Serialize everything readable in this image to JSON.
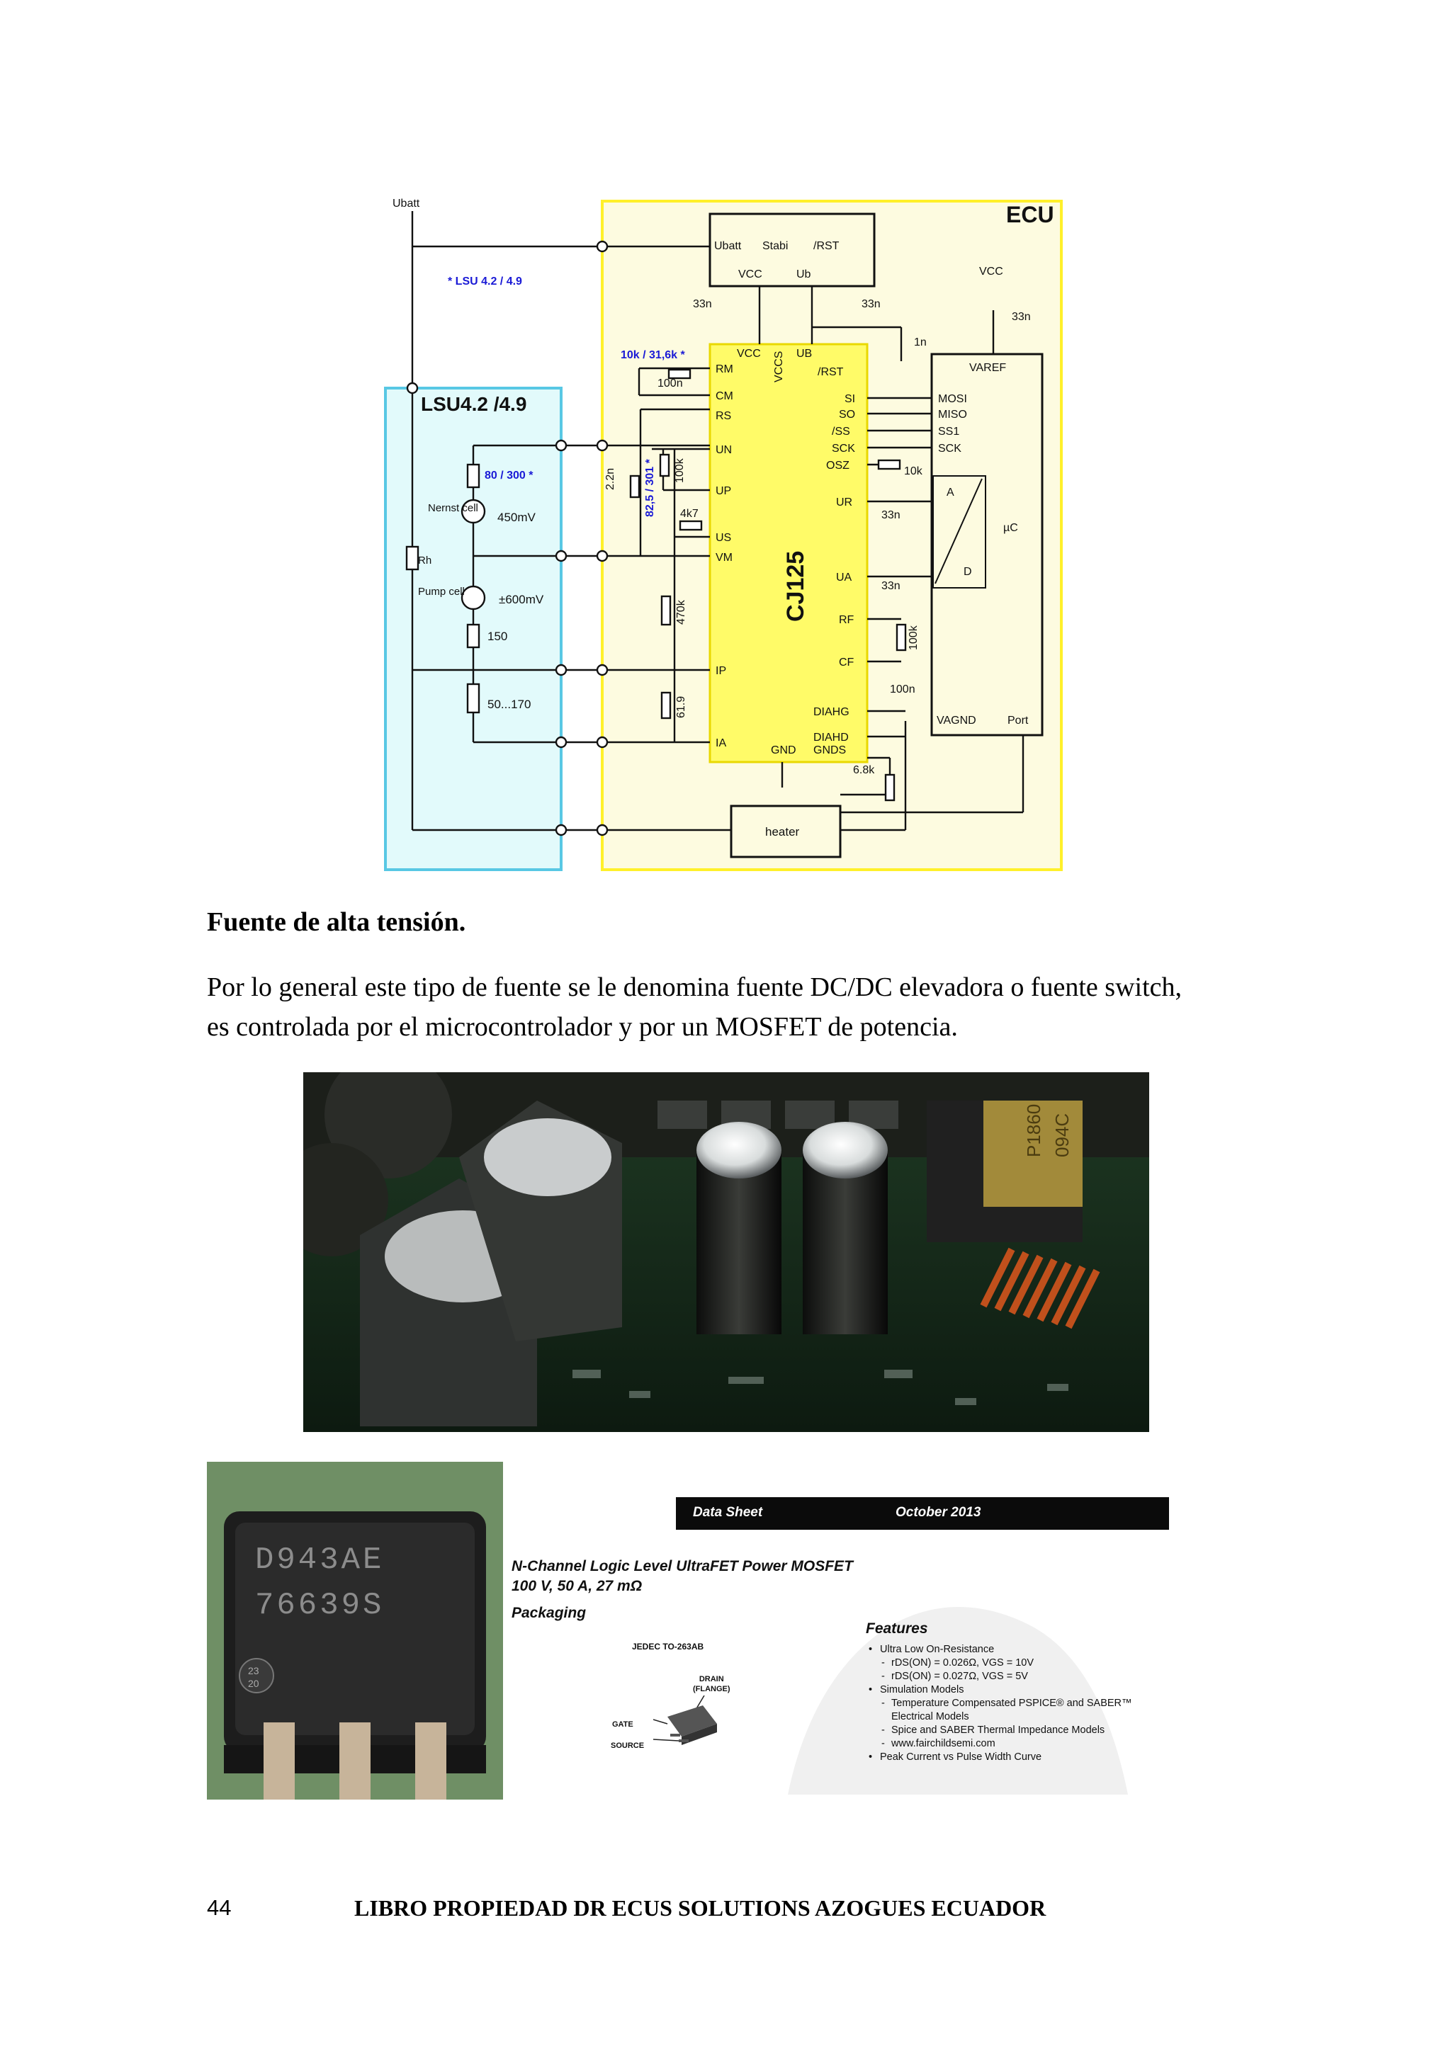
{
  "diagram": {
    "ubatt": "Ubatt",
    "ecu": "ECU",
    "lsu_note": "* LSU 4.2 / 4.9",
    "lsu_title": "LSU4.2 /4.9",
    "regulator": {
      "ubatt": "Ubatt",
      "stabi": "Stabi",
      "rst": "/RST",
      "vcc": "VCC",
      "ub": "Ub"
    },
    "cap_33n": "33n",
    "cap_1n": "1n",
    "cap_100n": "100n",
    "cap_2n2": "2.2n",
    "vcc": "VCC",
    "rm_value": "10k / 31,6k *",
    "r_80_300": "80 / 300 *",
    "r_82_301": "82,5 / 301 *",
    "r_100k": "100k",
    "r_4k7": "4k7",
    "r_470k": "470k",
    "r_61_9": "61.9",
    "r_10k": "10k",
    "r_6_8k": "6.8k",
    "nernst_cell": "Nernst cell",
    "v_450mv": "450mV",
    "rh": "Rh",
    "pump_cell": "Pump cell",
    "v_600mv": "±600mV",
    "r_150": "150",
    "r_50_170": "50...170",
    "heater": "heater",
    "chip_name": "CJ125",
    "chip_pins_left": [
      "RM",
      "CM",
      "RS",
      "UN",
      "UP",
      "US",
      "VM",
      "IP",
      "IA"
    ],
    "chip_pins_top": [
      "VCC",
      "VCCS",
      "UB"
    ],
    "chip_pins_right": [
      "/RST",
      "SI",
      "SO",
      "/SS",
      "SCK",
      "OSZ",
      "UR",
      "UA",
      "RF",
      "CF",
      "DIAHG",
      "DIAHD",
      "GNDS"
    ],
    "chip_gnd": "GND",
    "mcu_varef": "VAREF",
    "mcu_pins": [
      "MOSI",
      "MISO",
      "SS1",
      "SCK"
    ],
    "mcu_a": "A",
    "mcu_d": "D",
    "mcu_name": "µC",
    "mcu_vagnd": "VAGND",
    "mcu_port": "Port"
  },
  "section_heading": "Fuente de alta tensión.",
  "paragraph_lines": [
    "Por lo general este tipo de fuente se le denomina fuente DC/DC elevadora o fuente switch,",
    "es controlada por el microcontrolador y por un MOSFET de potencia."
  ],
  "pcb_photo": {
    "label_1": "P1860",
    "label_2": "094C"
  },
  "mosfet_photo": {
    "marking_line1": "D943AE",
    "marking_line2": "76639S",
    "date_code_1": "23",
    "date_code_2": "20"
  },
  "datasheet": {
    "header_left": "Data Sheet",
    "header_right": "October 2013",
    "product": "N-Channel Logic Level UltraFET Power MOSFET",
    "ratings": "100 V, 50 A, 27 mΩ",
    "packaging": "Packaging",
    "package_name": "JEDEC TO-263AB",
    "pin_drain_1": "DRAIN",
    "pin_drain_2": "(FLANGE)",
    "pin_gate": "GATE",
    "pin_source": "SOURCE",
    "features_title": "Features",
    "features": [
      {
        "level": 1,
        "text": "Ultra Low On-Resistance"
      },
      {
        "level": 2,
        "text": "rDS(ON) = 0.026Ω, VGS = 10V"
      },
      {
        "level": 2,
        "text": "rDS(ON) = 0.027Ω, VGS = 5V"
      },
      {
        "level": 1,
        "text": "Simulation Models"
      },
      {
        "level": 2,
        "text": "Temperature Compensated PSPICE® and SABER™"
      },
      {
        "level": 3,
        "text": "Electrical Models"
      },
      {
        "level": 2,
        "text": "Spice and SABER Thermal Impedance Models"
      },
      {
        "level": 2,
        "text": "www.fairchildsemi.com"
      },
      {
        "level": 1,
        "text": "Peak Current vs Pulse Width Curve"
      }
    ]
  },
  "footer": {
    "page_number": "44",
    "text": "LIBRO PROPIEDAD DR ECUS SOLUTIONS AZOGUES ECUADOR"
  }
}
